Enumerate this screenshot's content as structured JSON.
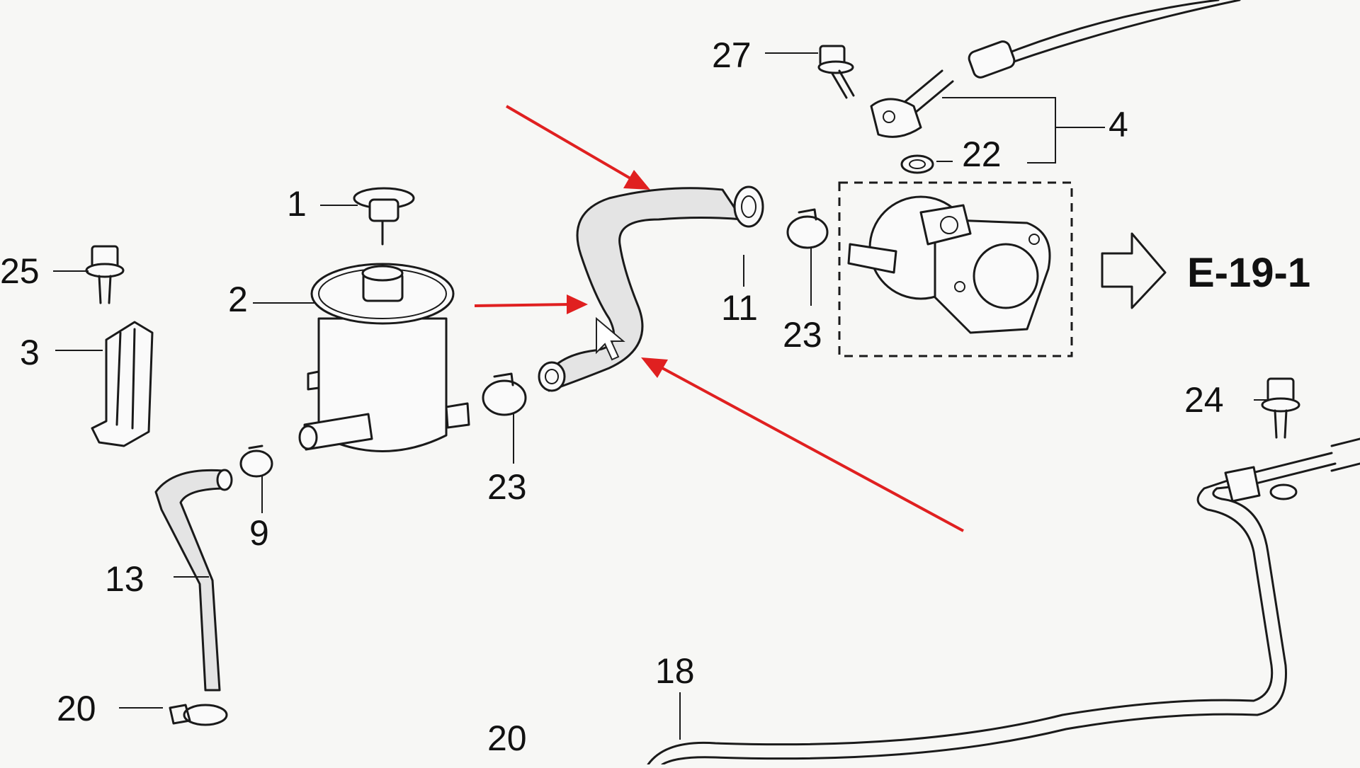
{
  "diagram": {
    "callouts": {
      "c1": "1",
      "c2": "2",
      "c3": "3",
      "c4": "4",
      "c9": "9",
      "c11": "11",
      "c13": "13",
      "c18": "18",
      "c20a": "20",
      "c20b": "20",
      "c22": "22",
      "c23a": "23",
      "c23b": "23",
      "c24": "24",
      "c25": "25",
      "c27": "27"
    },
    "page_reference": "E-19-1",
    "annotation_color": "#e02020"
  }
}
